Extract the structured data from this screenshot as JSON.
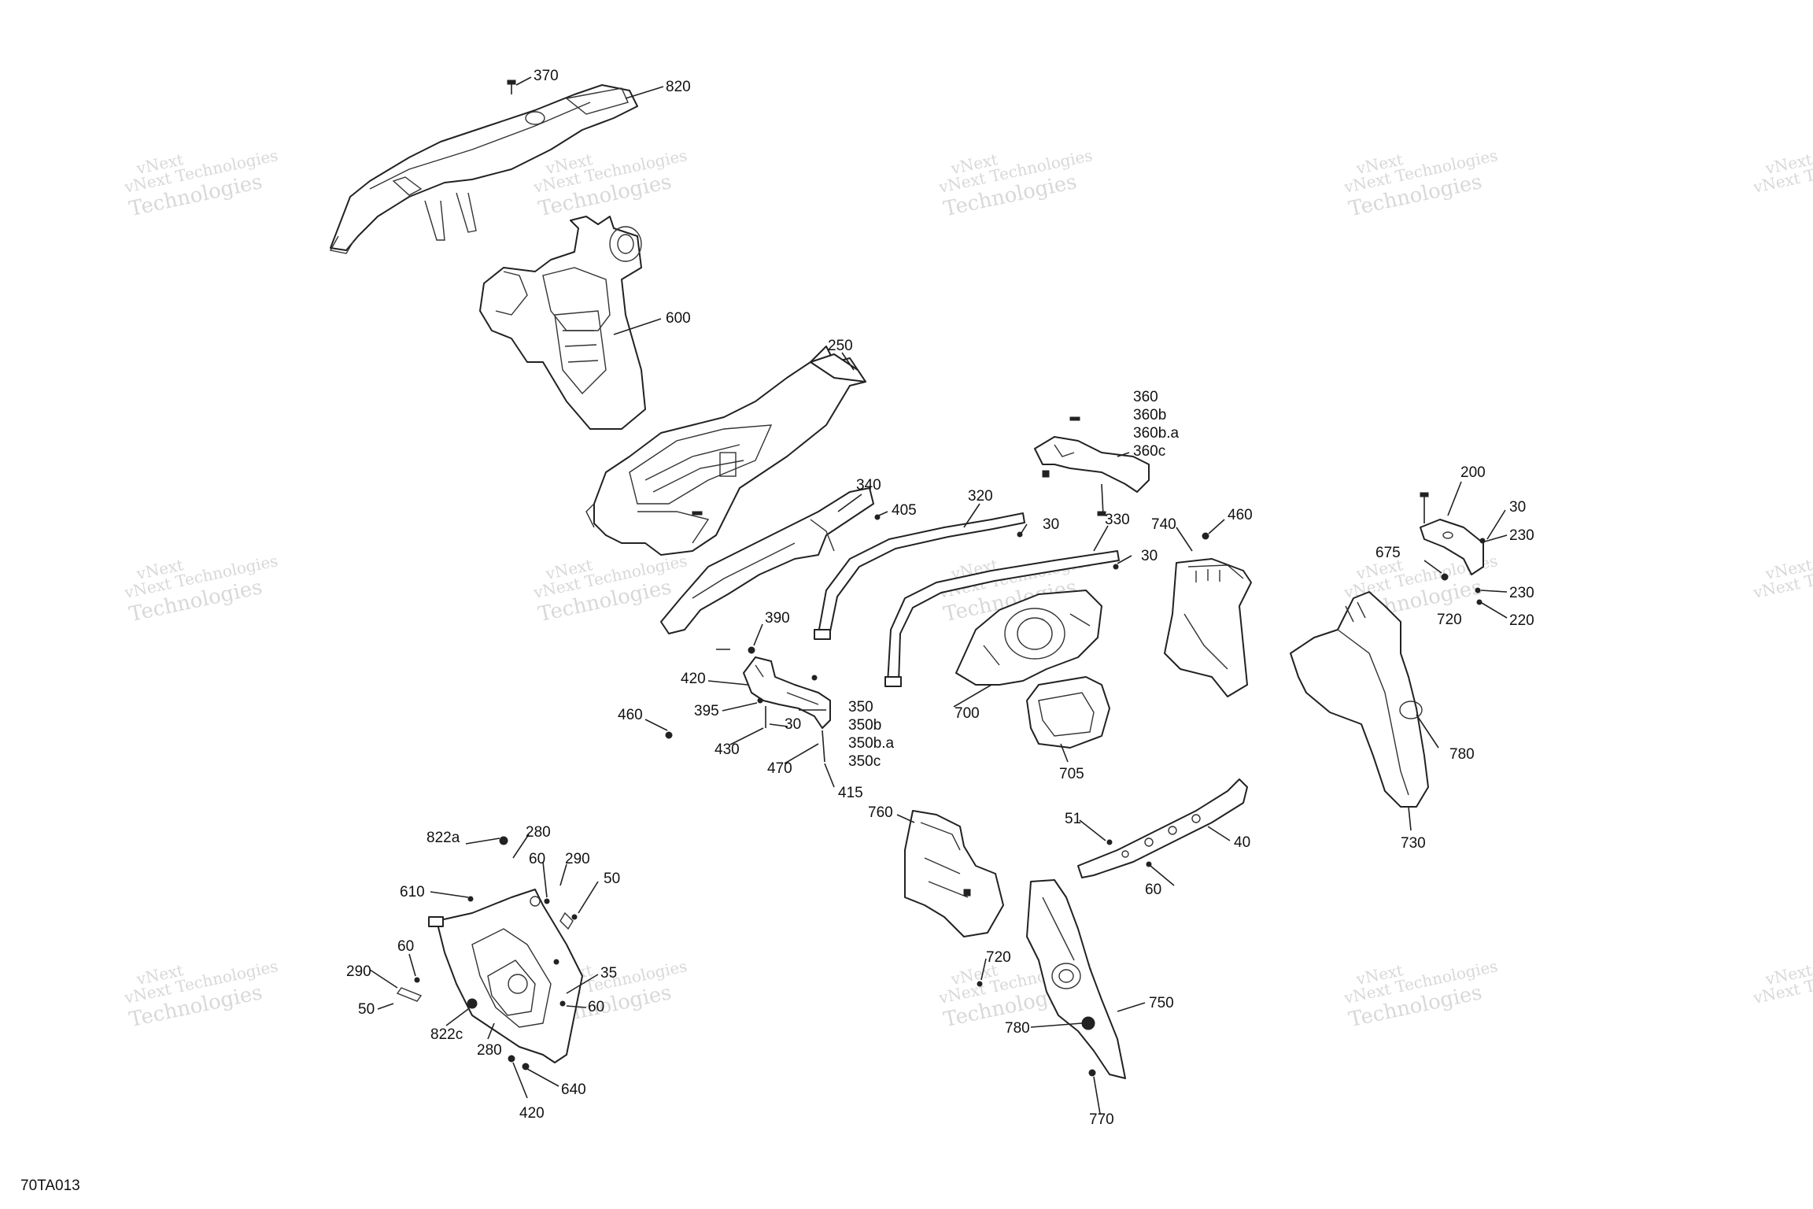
{
  "figure_code": "70TA013",
  "watermark": {
    "line1": "vNext Technologies",
    "line2": "Technologies",
    "line3": "vNext"
  },
  "callouts": {
    "c370": "370",
    "c820": "820",
    "c600": "600",
    "c250": "250",
    "c340": "340",
    "c405": "405",
    "c320": "320",
    "c30a": "30",
    "c330": "330",
    "c30b": "30",
    "c360": "360",
    "c360b": "360b",
    "c360ba": "360b.a",
    "c360c": "360c",
    "c740": "740",
    "c460a": "460",
    "c200": "200",
    "c30c": "30",
    "c230a": "230",
    "c675": "675",
    "c720a": "720",
    "c230b": "230",
    "c220": "220",
    "c390": "390",
    "c420a": "420",
    "c395": "395",
    "c30d": "30",
    "c350": "350",
    "c350b": "350b",
    "c350ba": "350b.a",
    "c350c": "350c",
    "c460b": "460",
    "c430": "430",
    "c470": "470",
    "c415": "415",
    "c700": "700",
    "c705": "705",
    "c780a": "780",
    "c730": "730",
    "c760": "760",
    "c51": "51",
    "c40": "40",
    "c60a": "60",
    "c822a": "822a",
    "c280a": "280",
    "c60b": "60",
    "c290a": "290",
    "c50a": "50",
    "c610": "610",
    "c60c": "60",
    "c290b": "290",
    "c50b": "50",
    "c35": "35",
    "c822c": "822c",
    "c280b": "280",
    "c60d": "60",
    "c640": "640",
    "c420b": "420",
    "c720b": "720",
    "c780b": "780",
    "c750": "750",
    "c770": "770"
  }
}
